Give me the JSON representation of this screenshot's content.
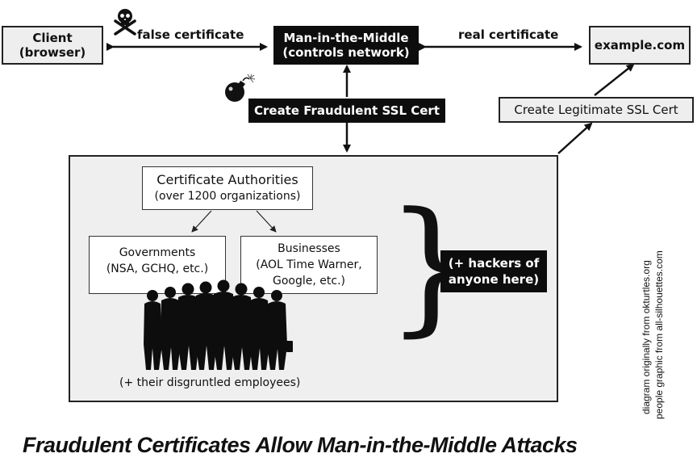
{
  "client": {
    "line1": "Client",
    "line2": "(browser)"
  },
  "mitm": {
    "line1": "Man-in-the-Middle",
    "line2": "(controls network)"
  },
  "example": {
    "label": "example.com"
  },
  "fraud_cert": {
    "label": "Create Fraudulent SSL Cert"
  },
  "legit_cert": {
    "label": "Create Legitimate SSL Cert"
  },
  "false_cert_label": "false certificate",
  "real_cert_label": "real certificate",
  "ca": {
    "line1": "Certificate Authorities",
    "line2": "(over 1200 organizations)"
  },
  "governments": {
    "line1": "Governments",
    "line2": "(NSA, GCHQ, etc.)"
  },
  "businesses": {
    "line1": "Businesses",
    "line2": "(AOL Time Warner,",
    "line3": "Google, etc.)"
  },
  "employees_label": "(+ their disgruntled employees)",
  "hackers": {
    "line1": "(+ hackers of",
    "line2": "anyone here)"
  },
  "credit": {
    "line1": "diagram originally from okturtles.org",
    "line2": "people graphic from all-silhouettes.com"
  },
  "title": "Fraudulent Certificates Allow Man-in-the-Middle Attacks",
  "icons": {
    "skull": "skull-crossbones-icon",
    "bomb": "bomb-icon",
    "people": "people-silhouette"
  }
}
